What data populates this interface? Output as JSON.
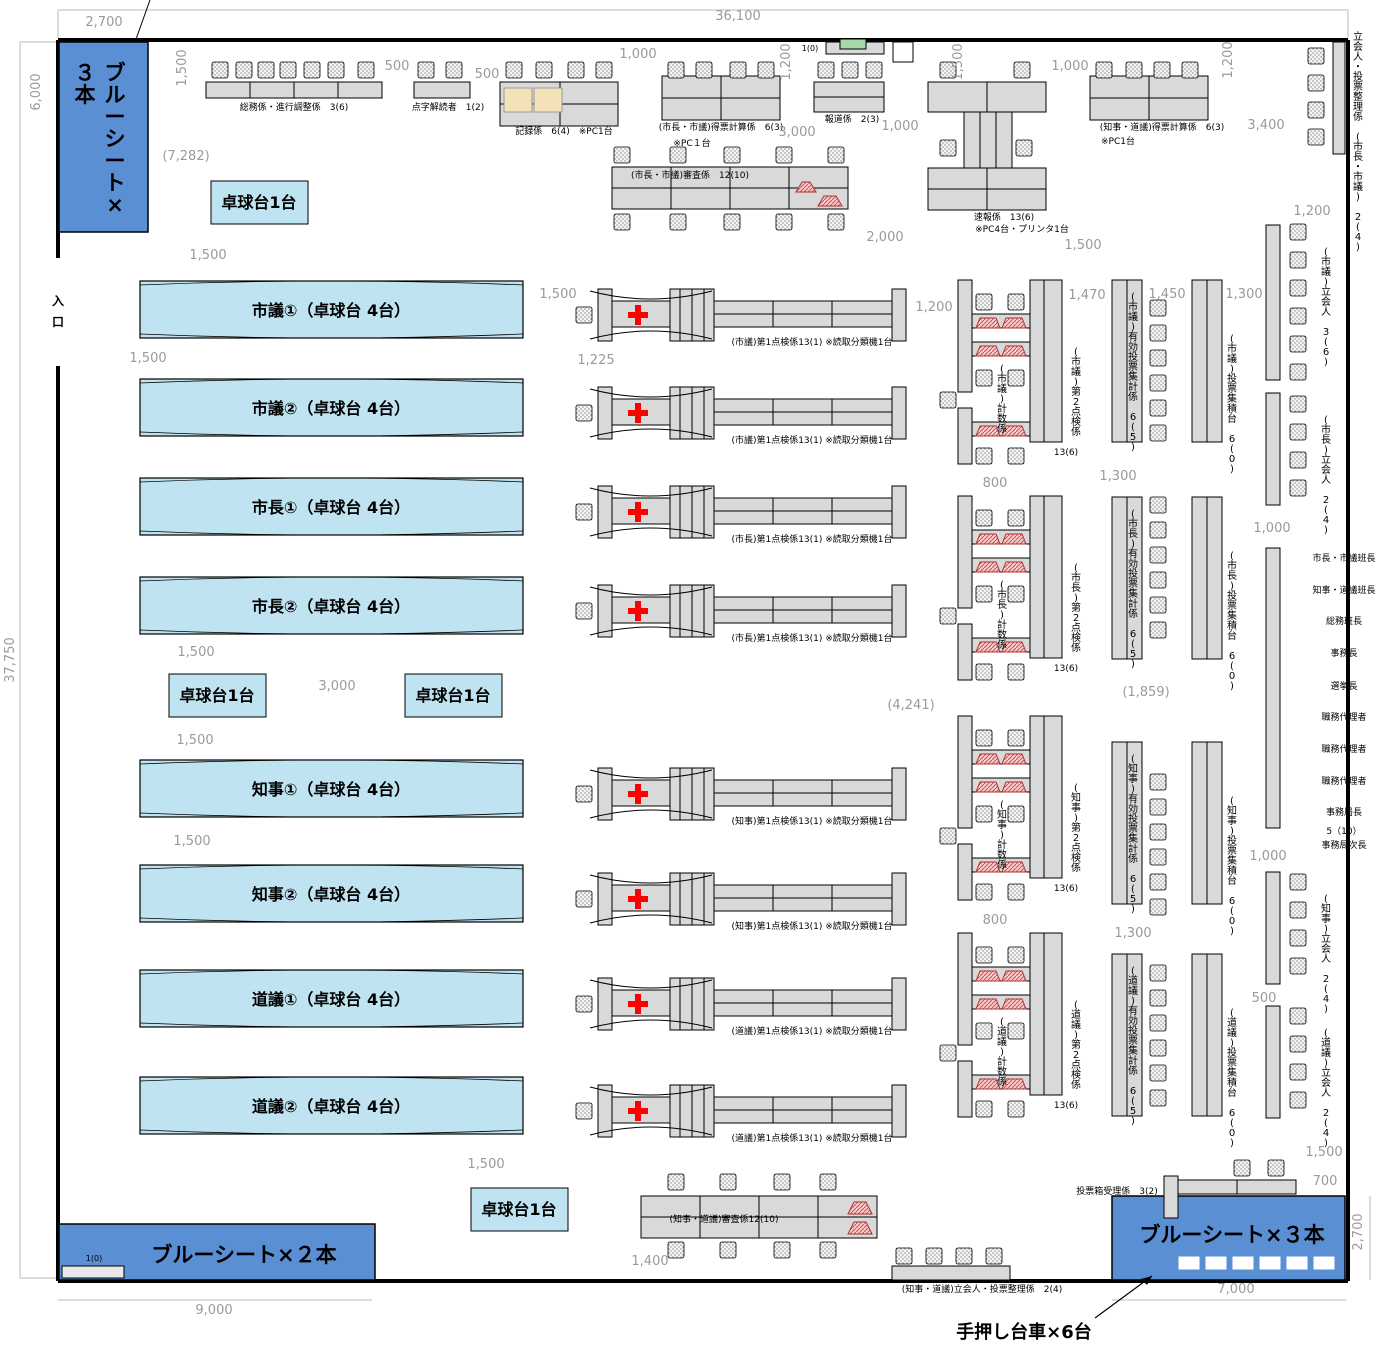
{
  "overall": {
    "width_dim": "36,100",
    "height_dim": "37,750",
    "bluesheet_tl_width": "2,700",
    "bluesheet_tl_height": "6,000",
    "bottom_left_width": "9,000",
    "bottom_right_width": "7,000",
    "bottom_right_height": "2,700"
  },
  "entrance": [
    "入",
    "口"
  ],
  "blue_sheets": {
    "top_left_col1": [
      "ブ",
      "ル",
      "ー",
      "シ",
      "ー",
      "ト",
      "×"
    ],
    "top_left_col2": [
      "３",
      "本"
    ],
    "bottom_left": "ブルーシート×２本",
    "bottom_right": "ブルーシート×３本",
    "bottom_left_small": "1(0)"
  },
  "cart_label": "手押し台車×6台",
  "tables_left": [
    "市議①（卓球台 4台）",
    "市議②（卓球台 4台）",
    "市長①（卓球台 4台）",
    "市長②（卓球台 4台）",
    "知事①（卓球台 4台）",
    "知事②（卓球台 4台）",
    "道議①（卓球台 4台）",
    "道議②（卓球台 4台）"
  ],
  "pingpong_single": "卓球台1台",
  "first_check_labels": [
    "(市議)第1点検係13(1)  ※読取分類機1台",
    "(市議)第1点検係13(1)  ※読取分類機1台",
    "(市長)第1点検係13(1)  ※読取分類機1台",
    "(市長)第1点検係13(1)  ※読取分類機1台",
    "(知事)第1点検係13(1)  ※読取分類機1台",
    "(知事)第1点検係13(1)  ※読取分類機1台",
    "(道議)第1点検係13(1)  ※読取分類機1台",
    "(道議)第1点検係13(1)  ※読取分類機1台"
  ],
  "top_labels": {
    "soumu": "総務係・進行調整係　3(6)",
    "tenji": "点字解読者　1(2)",
    "kiroku": "記録係　6(4)　※PC1台",
    "mayor_tokuhyo": "(市長・市議)得票計算係　6(3)",
    "mayor_pc": "※PC１台",
    "houdou": "報道係　2(3)",
    "one_zero": "1(0)",
    "governor_tokuhyo": "(知事・道議)得票計算係　6(3)",
    "governor_pc": "※PC1台",
    "shinsa_top": "(市長・市議)審査係　12(10)",
    "sokuhou": "速報係　13(6)",
    "sokuhou_pc": "※PC4台・プリンタ1台"
  },
  "second_check_v": [
    "(市議)第2点検係",
    "(市長)第2点検係",
    "(知事)第2点検係",
    "(道議)第2点検係"
  ],
  "keisuu_v": [
    "(市議)計数係",
    "(市長)計数係",
    "(知事)計数係",
    "(道議)計数係"
  ],
  "second_count": "13(6)",
  "valid_v": [
    "(市議)有効投票集計係　6(5)",
    "(市長)有効投票集計係　6(5)",
    "(知事)有効投票集計係　6(5)",
    "(道議)有効投票集計係　6(5)"
  ],
  "accum_v": [
    "(市議)投票集積台　6(0)",
    "(市長)投票集積台　6(0)",
    "(知事)投票集積台　6(0)",
    "(道議)投票集積台　6(0)"
  ],
  "witness_v": [
    "(市議)立会人　3(6)",
    "(市長)立会人　2(4)",
    "(知事)立会人　2(4)",
    "(道議)立会人　2(4)"
  ],
  "top_right_v": "立会人・投票整理係　(市長・市議)　2(4)",
  "officials": [
    "市長・市議班長",
    "知事・道議班長",
    "総務班長",
    "事務長",
    "選挙長",
    "職務代理者",
    "職務代理者",
    "職務代理者",
    "事務局長",
    "5（10）",
    "事務局次長"
  ],
  "bottom_labels": {
    "shinsa_bottom": "(知事・道議)審査係12(10)",
    "witness_bottom": "(知事・道議)立会人・投票整理係　2(4)",
    "ballotbox": "投票箱受理係　3(2)"
  },
  "dims": {
    "d1500a": "1,500",
    "d500a": "500",
    "d500b": "500",
    "d1000a": "1,000",
    "d1200a": "1,200",
    "d1000b": "1,000",
    "d1500b": "1,500",
    "d1000c": "1,000",
    "d1200b": "1,200",
    "d3400": "3,400",
    "d3000top": "3,000",
    "d7282": "(7,282)",
    "d1500c": "1,500",
    "d1500d": "1,500",
    "d2000": "2,000",
    "d1500e": "1,500",
    "d1200c": "1,200",
    "d1470": "1,470",
    "d1450": "1,450",
    "d1300a": "1,300",
    "d1200d": "1,200",
    "d1500f": "1,500",
    "d1225": "1,225",
    "d1300b": "1,300",
    "d800a": "800",
    "d1000d": "1,000",
    "d1500g": "1,500",
    "d3000": "3,000",
    "d4241": "(4,241)",
    "d1859": "(1,859)",
    "d1500h": "1,500",
    "d1500i": "1,500",
    "d1000e": "1,000",
    "d800b": "800",
    "d1300c": "1,300",
    "d500c": "500",
    "d1500j": "1,500",
    "d1500k": "1,500",
    "d700": "700",
    "d1400": "1,400"
  },
  "colors": {
    "station_fill": "#bfe3f0",
    "blue_sheet": "#5b8fd4",
    "desk_gray": "#d9d9d9",
    "hatch_red": "#e06060",
    "cross_red": "#ff0000"
  }
}
